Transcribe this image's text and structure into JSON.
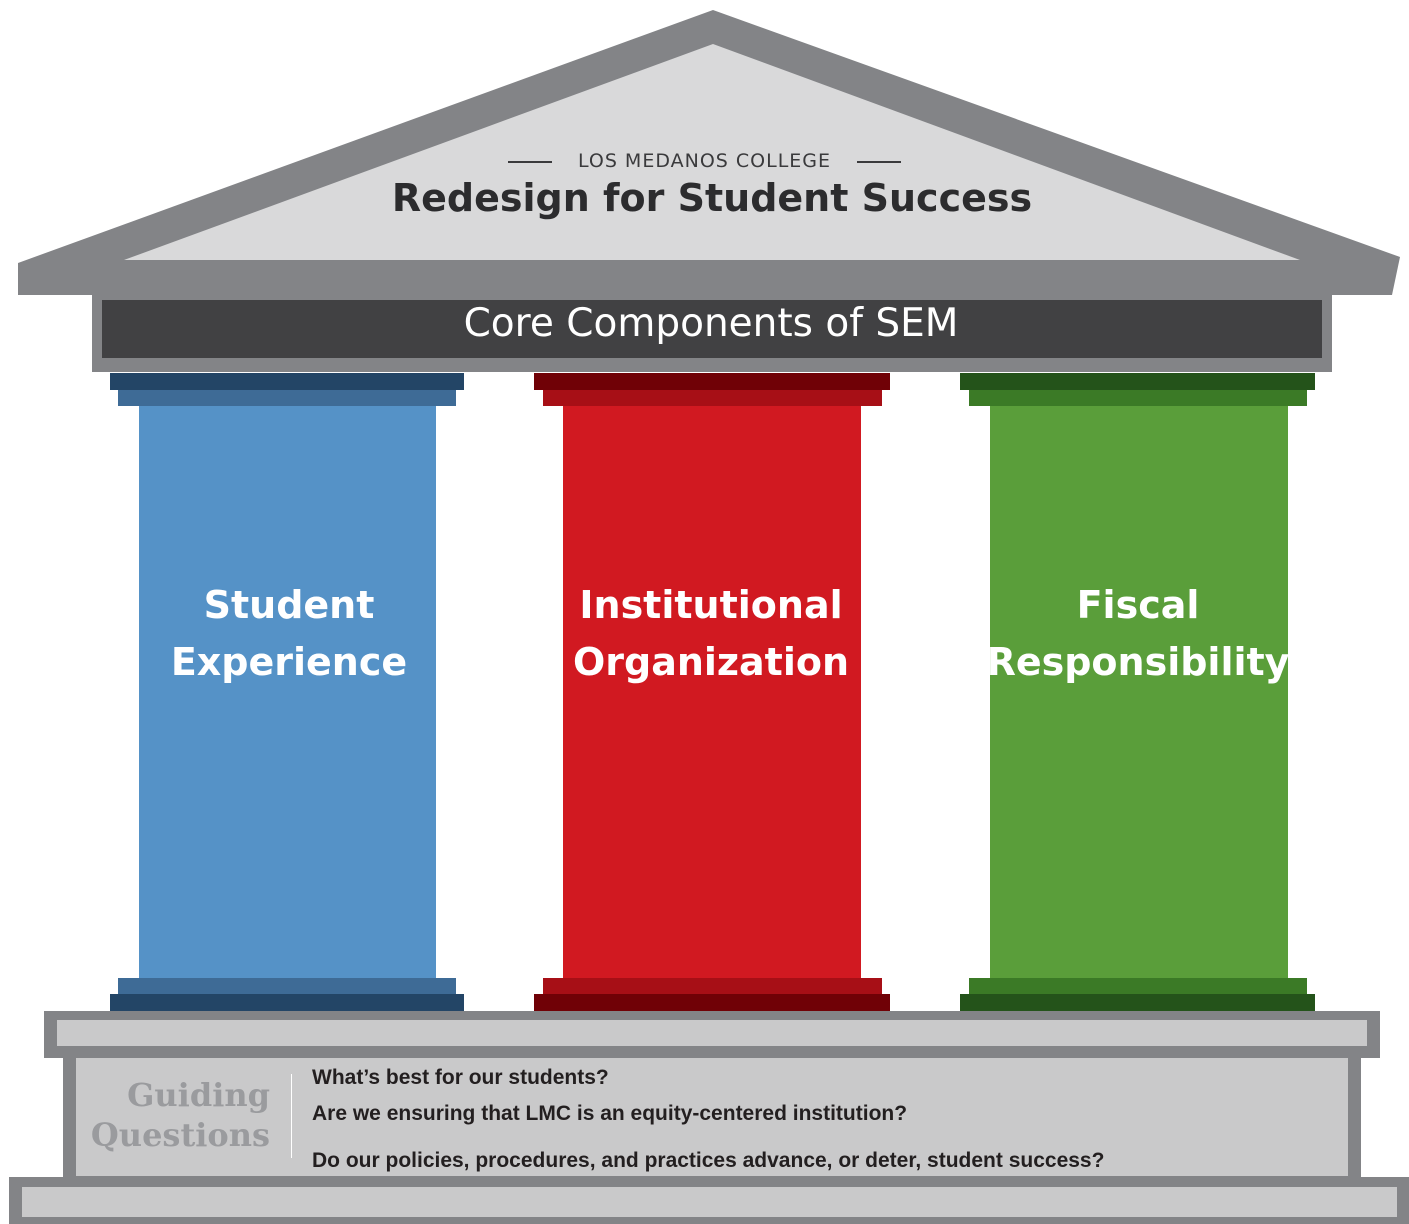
{
  "roof": {
    "kicker": "LOS MEDANOS COLLEGE",
    "title": "Redesign for Student Success"
  },
  "beam": {
    "label": "Core Components of SEM"
  },
  "pillars": [
    {
      "line1": "Student",
      "line2": "Experience",
      "color": "#5592c7",
      "cap_light": "#3e6b96",
      "cap_dark": "#234566"
    },
    {
      "line1": "Institutional",
      "line2": "Organization",
      "color": "#d11921",
      "cap_light": "#a70f16",
      "cap_dark": "#700106"
    },
    {
      "line1": "Fiscal",
      "line2": "Responsibility",
      "color": "#5a9e3a",
      "cap_light": "#3b7a26",
      "cap_dark": "#24531a"
    }
  ],
  "foundation": {
    "label_line1": "Guiding",
    "label_line2": "Questions",
    "questions": [
      "What’s best for our students?",
      "Are we ensuring that LMC is an equity-centered institution?",
      "Do our policies, procedures, and practices advance, or deter, student success?"
    ]
  },
  "colors": {
    "roof_outer": "#838487",
    "roof_inner": "#d9d9da",
    "beam_fill": "#414143",
    "stone_light": "#c9c9ca",
    "stone_edge": "#838487"
  }
}
